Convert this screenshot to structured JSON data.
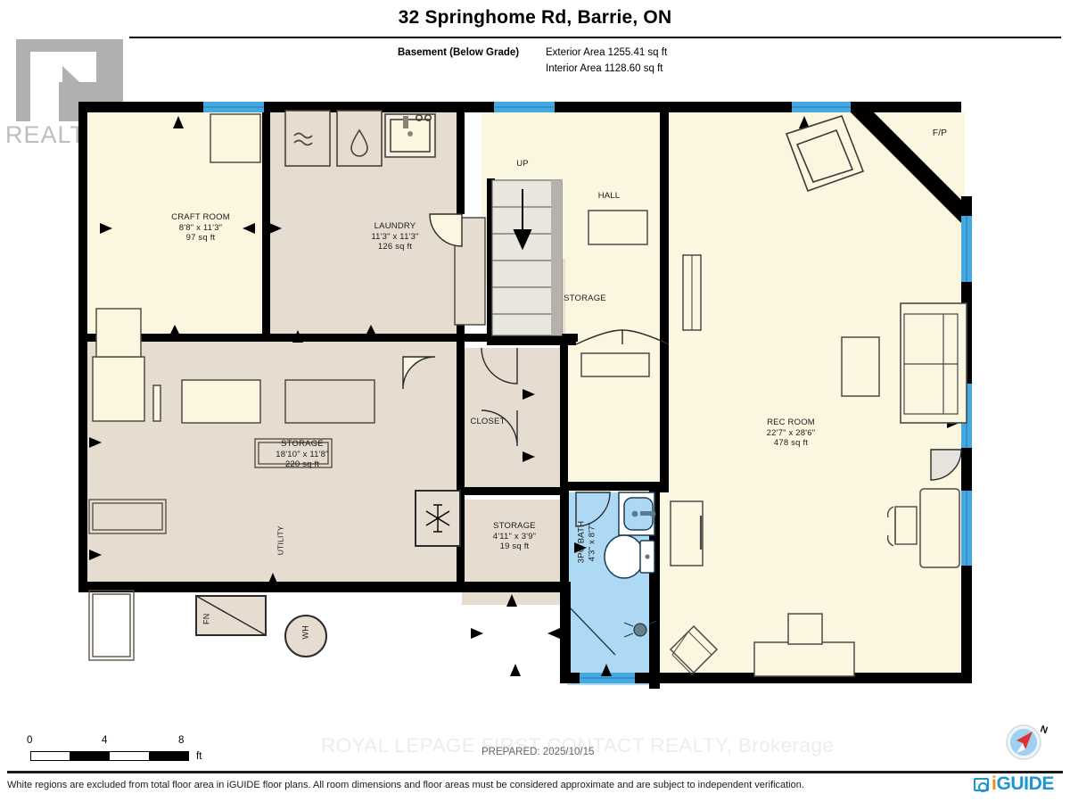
{
  "header": {
    "title": "32 Springhome Rd, Barrie, ON",
    "level": "Basement (Below Grade)",
    "exterior_area": "Exterior Area 1255.41 sq ft",
    "interior_area": "Interior Area 1128.60 sq ft"
  },
  "watermarks": {
    "realtor": "REALTOR",
    "realtor_sup": "®",
    "brokerage": "ROYAL LEPAGE FIRST CONTACT REALTY, Brokerage",
    "prepared": "PREPARED: 2025/10/15"
  },
  "scale": {
    "tick_0": "0",
    "tick_4": "4",
    "tick_8": "8",
    "unit": "ft"
  },
  "compass": {
    "north_label": "N"
  },
  "logo": {
    "i": "i",
    "guide": "GUIDE"
  },
  "disclaimer": "White regions are excluded from total floor area in iGUIDE floor plans. All room dimensions and floor areas must be considered approximate and are subject to independent verification.",
  "rooms": [
    {
      "name": "CRAFT ROOM",
      "dim": "8'8\" x 11'3\"",
      "area": "97 sq ft"
    },
    {
      "name": "LAUNDRY",
      "dim": "11'3\" x 11'3\"",
      "area": "126 sq ft"
    },
    {
      "name": "HALL",
      "dim": "",
      "area": ""
    },
    {
      "name": "STORAGE",
      "dim": "",
      "area": ""
    },
    {
      "name": "STORAGE",
      "dim": "18'10\" x 11'8\"",
      "area": "220 sq ft"
    },
    {
      "name": "CLOSET",
      "dim": "",
      "area": ""
    },
    {
      "name": "STORAGE",
      "dim": "4'11\" x 3'9\"",
      "area": "19 sq ft"
    },
    {
      "name": "3PC BATH",
      "dim": "4'3\" x 8'7\"",
      "area": ""
    },
    {
      "name": "REC ROOM",
      "dim": "22'7\" x 28'6\"",
      "area": "478 sq ft"
    }
  ],
  "annotations": {
    "stairs_up": "UP",
    "fireplace": "F/P",
    "furnace": "FN",
    "water_heater": "WH",
    "utility": "UTILITY"
  },
  "colors": {
    "wall": "#000000",
    "floor_cream": "#fbf6e0",
    "floor_taupe": "#e6ddd0",
    "bath_blue": "#aed9f4",
    "window_blue": "#45a8e0",
    "brand_blue": "#1b95d4",
    "brand_orange": "#f08a1e"
  }
}
